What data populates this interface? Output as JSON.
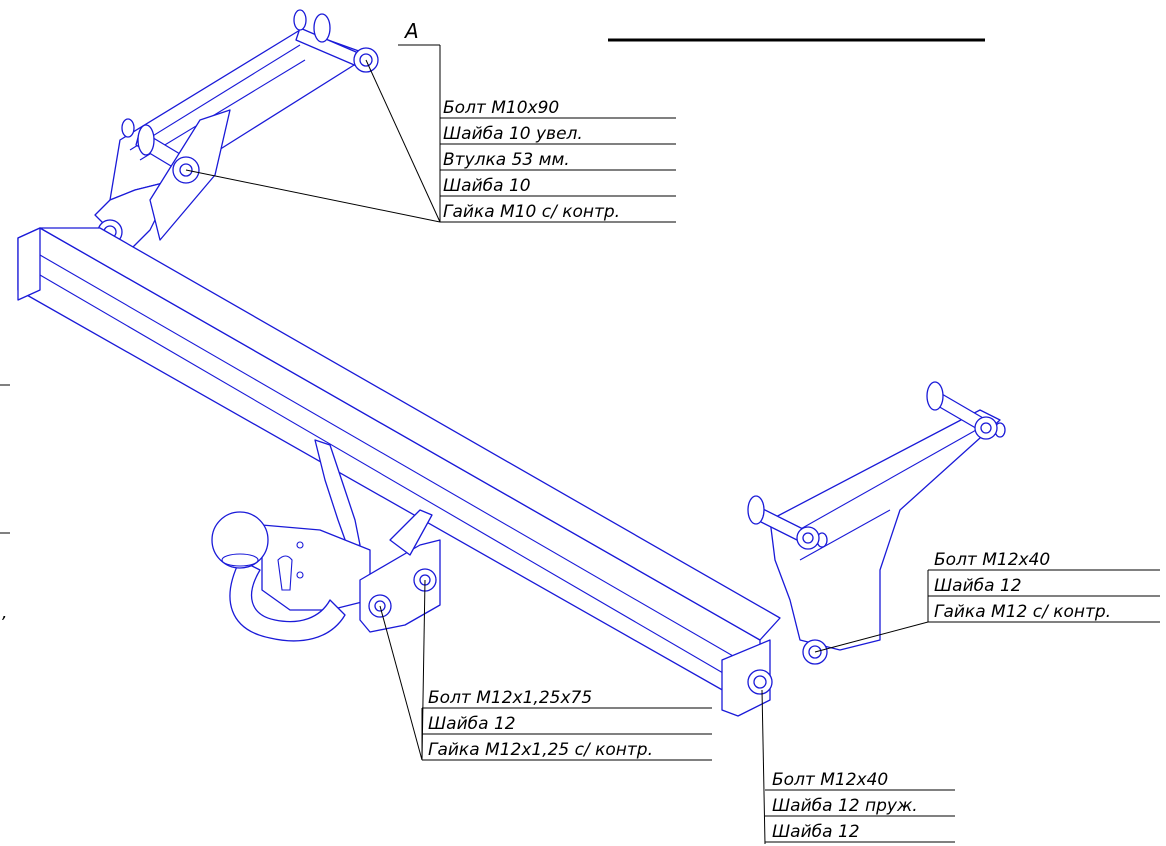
{
  "view_label": "А",
  "callouts": {
    "top_left": [
      "Болт М10х90",
      "Шайба 10 увел.",
      "Втулка 53 мм.",
      "Шайба 10",
      "Гайка М10 с/ контр."
    ],
    "right_bracket": [
      "Болт М12х40",
      "Шайба 12",
      "Гайка М12 с/ контр."
    ],
    "ball_mount": [
      "Болт М12х1,25х75",
      "Шайба 12",
      "Гайка М12х1,25 с/ контр."
    ],
    "crossbar_end": [
      "Болт М12х40",
      "Шайба 12 пруж.",
      "Шайба 12"
    ]
  },
  "colors": {
    "drawing_line": "#1a1ad8",
    "annotation": "#000000",
    "background": "#ffffff"
  }
}
